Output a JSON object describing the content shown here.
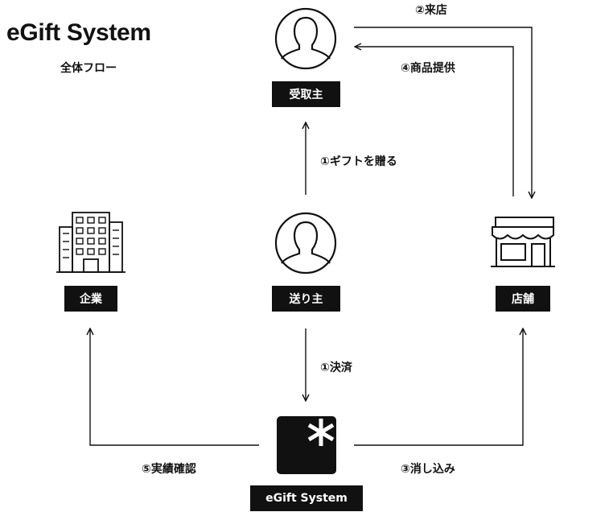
{
  "header": {
    "title": "eGift System",
    "subtitle": "全体フロー"
  },
  "nodes": {
    "recipient": {
      "label": "受取主",
      "icon": "person-icon"
    },
    "sender": {
      "label": "送り主",
      "icon": "person-icon"
    },
    "company": {
      "label": "企業",
      "icon": "office-building-icon"
    },
    "store": {
      "label": "店舗",
      "icon": "storefront-icon"
    },
    "system": {
      "label": "eGift System",
      "icon": "asterisk-logo-icon"
    }
  },
  "edges": {
    "gift": "①ギフトを贈る",
    "payment": "①決済",
    "visit": "②来店",
    "redeem": "③消し込み",
    "provide": "④商品提供",
    "confirm": "⑤実績確認"
  },
  "colors": {
    "ink": "#111111",
    "background": "#ffffff"
  }
}
